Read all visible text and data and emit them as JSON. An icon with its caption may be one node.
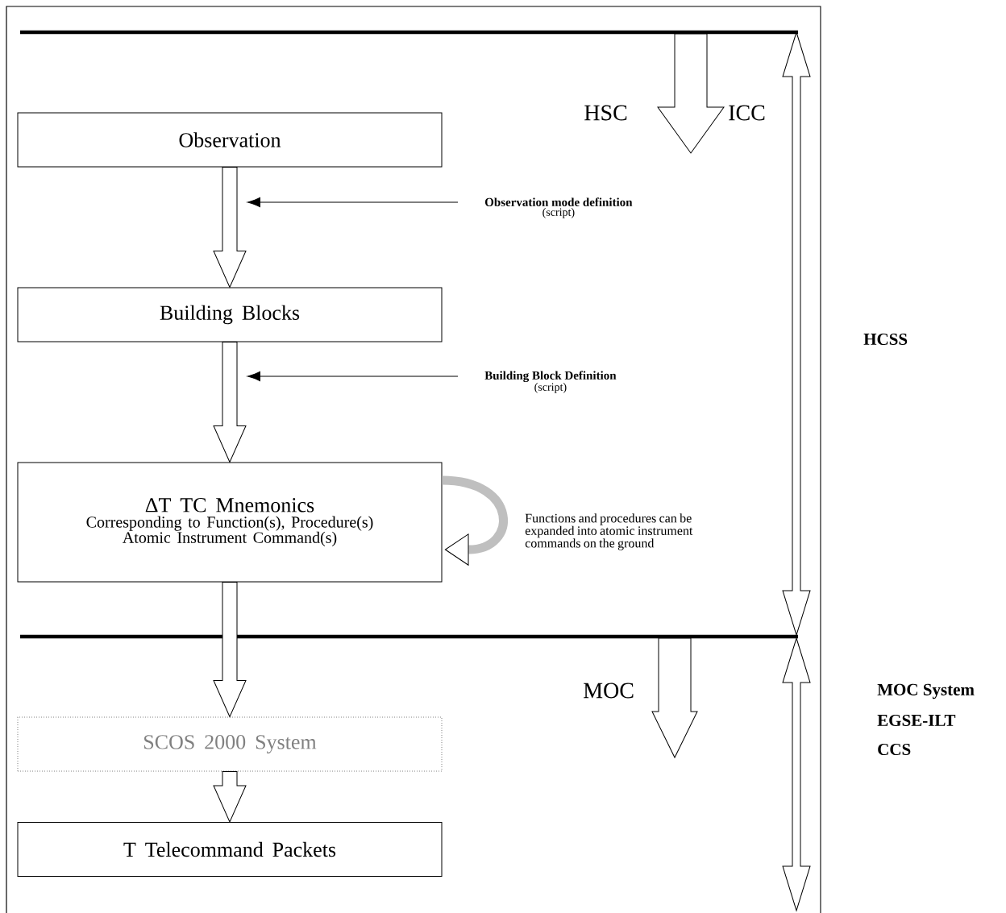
{
  "diagram": {
    "nodes": [
      {
        "text": [
          "Observation"
        ]
      },
      {
        "text": [
          "Building Blocks"
        ]
      },
      {
        "text": [
          "ΔT TC Mnemonics",
          "Corresponding to Function(s), Procedure(s) Atomic Instrument Command(s)"
        ]
      },
      {
        "text": [
          "SCOS 2000 System"
        ]
      },
      {
        "text": [
          "T Telecommand Packets"
        ]
      },
      {
        "text": [
          "Observation  mode definition",
          "(script)"
        ]
      },
      {
        "text": [
          "Building Block Definition",
          "(script)"
        ]
      }
    ],
    "edges": [
      {
        "from": 0,
        "to": 1,
        "arrow": "to"
      },
      {
        "from": 1,
        "to": 2,
        "arrow": "to"
      },
      {
        "from": 2,
        "to": 3,
        "arrow": "to"
      },
      {
        "from": 3,
        "to": 4,
        "arrow": "to"
      },
      {
        "from": 2,
        "to": 2,
        "arrow": "to",
        "style": "thick",
        "color": "#bfbfbf"
      },
      {
        "from": 5,
        "to": null,
        "arrow": "to"
      },
      {
        "from": 6,
        "to": null,
        "arrow": "to"
      }
    ],
    "labels": [
      "HSC",
      "ICC",
      "Functions and procedures can be expanded into atomic instrument commands on the ground",
      "HCSS",
      "MOC",
      "MOC System",
      "EGSE-ILT",
      "CCS"
    ]
  }
}
